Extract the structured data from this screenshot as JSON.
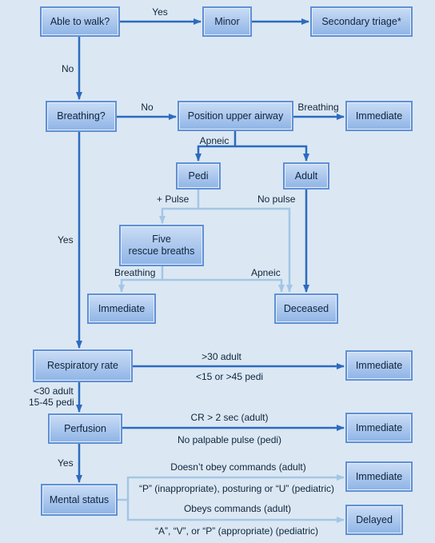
{
  "colors": {
    "background": "#dbe8f3",
    "box_border": "#5f90d6",
    "box_fill_top": "#c9dcf5",
    "box_fill_bottom": "#8fb4e6",
    "arrow_dark": "#2c6bbf",
    "arrow_light": "#a3c6e6"
  },
  "boxes": {
    "able_to_walk": "Able to walk?",
    "minor": "Minor",
    "secondary_triage": "Secondary triage*",
    "breathing": "Breathing?",
    "position_airway": "Position upper airway",
    "immediate_1": "Immediate",
    "pedi": "Pedi",
    "adult": "Adult",
    "five_rescue_line1": "Five",
    "five_rescue_line2": "rescue breaths",
    "immediate_2": "Immediate",
    "deceased": "Deceased",
    "respiratory_rate": "Respiratory rate",
    "immediate_3": "Immediate",
    "perfusion": "Perfusion",
    "immediate_4": "Immediate",
    "mental_status": "Mental status",
    "immediate_5": "Immediate",
    "delayed": "Delayed"
  },
  "labels": {
    "yes_walk": "Yes",
    "no_walk": "No",
    "no_breathing": "No",
    "breathing_airway": "Breathing",
    "apneic_airway": "Apneic",
    "plus_pulse": "+ Pulse",
    "no_pulse": "No pulse",
    "breathing_rescue": "Breathing",
    "apneic_rescue": "Apneic",
    "yes_breathing": "Yes",
    "resp_adult_high": ">30 adult",
    "resp_pedi": "<15 or >45 pedi",
    "resp_normal_adult": "<30 adult",
    "resp_normal_pedi": "15-45 pedi",
    "cr_adult": "CR > 2 sec (adult)",
    "no_palpable": "No palpable pulse (pedi)",
    "yes_perfusion": "Yes",
    "doesnt_obey": "Doesn’t obey commands (adult)",
    "p_inappropriate": "“P” (inappropriate), posturing or “U” (pediatric)",
    "obeys": "Obeys commands (adult)",
    "avp_appropriate": "“A”, “V”, or “P” (appropriate) (pediatric)"
  }
}
